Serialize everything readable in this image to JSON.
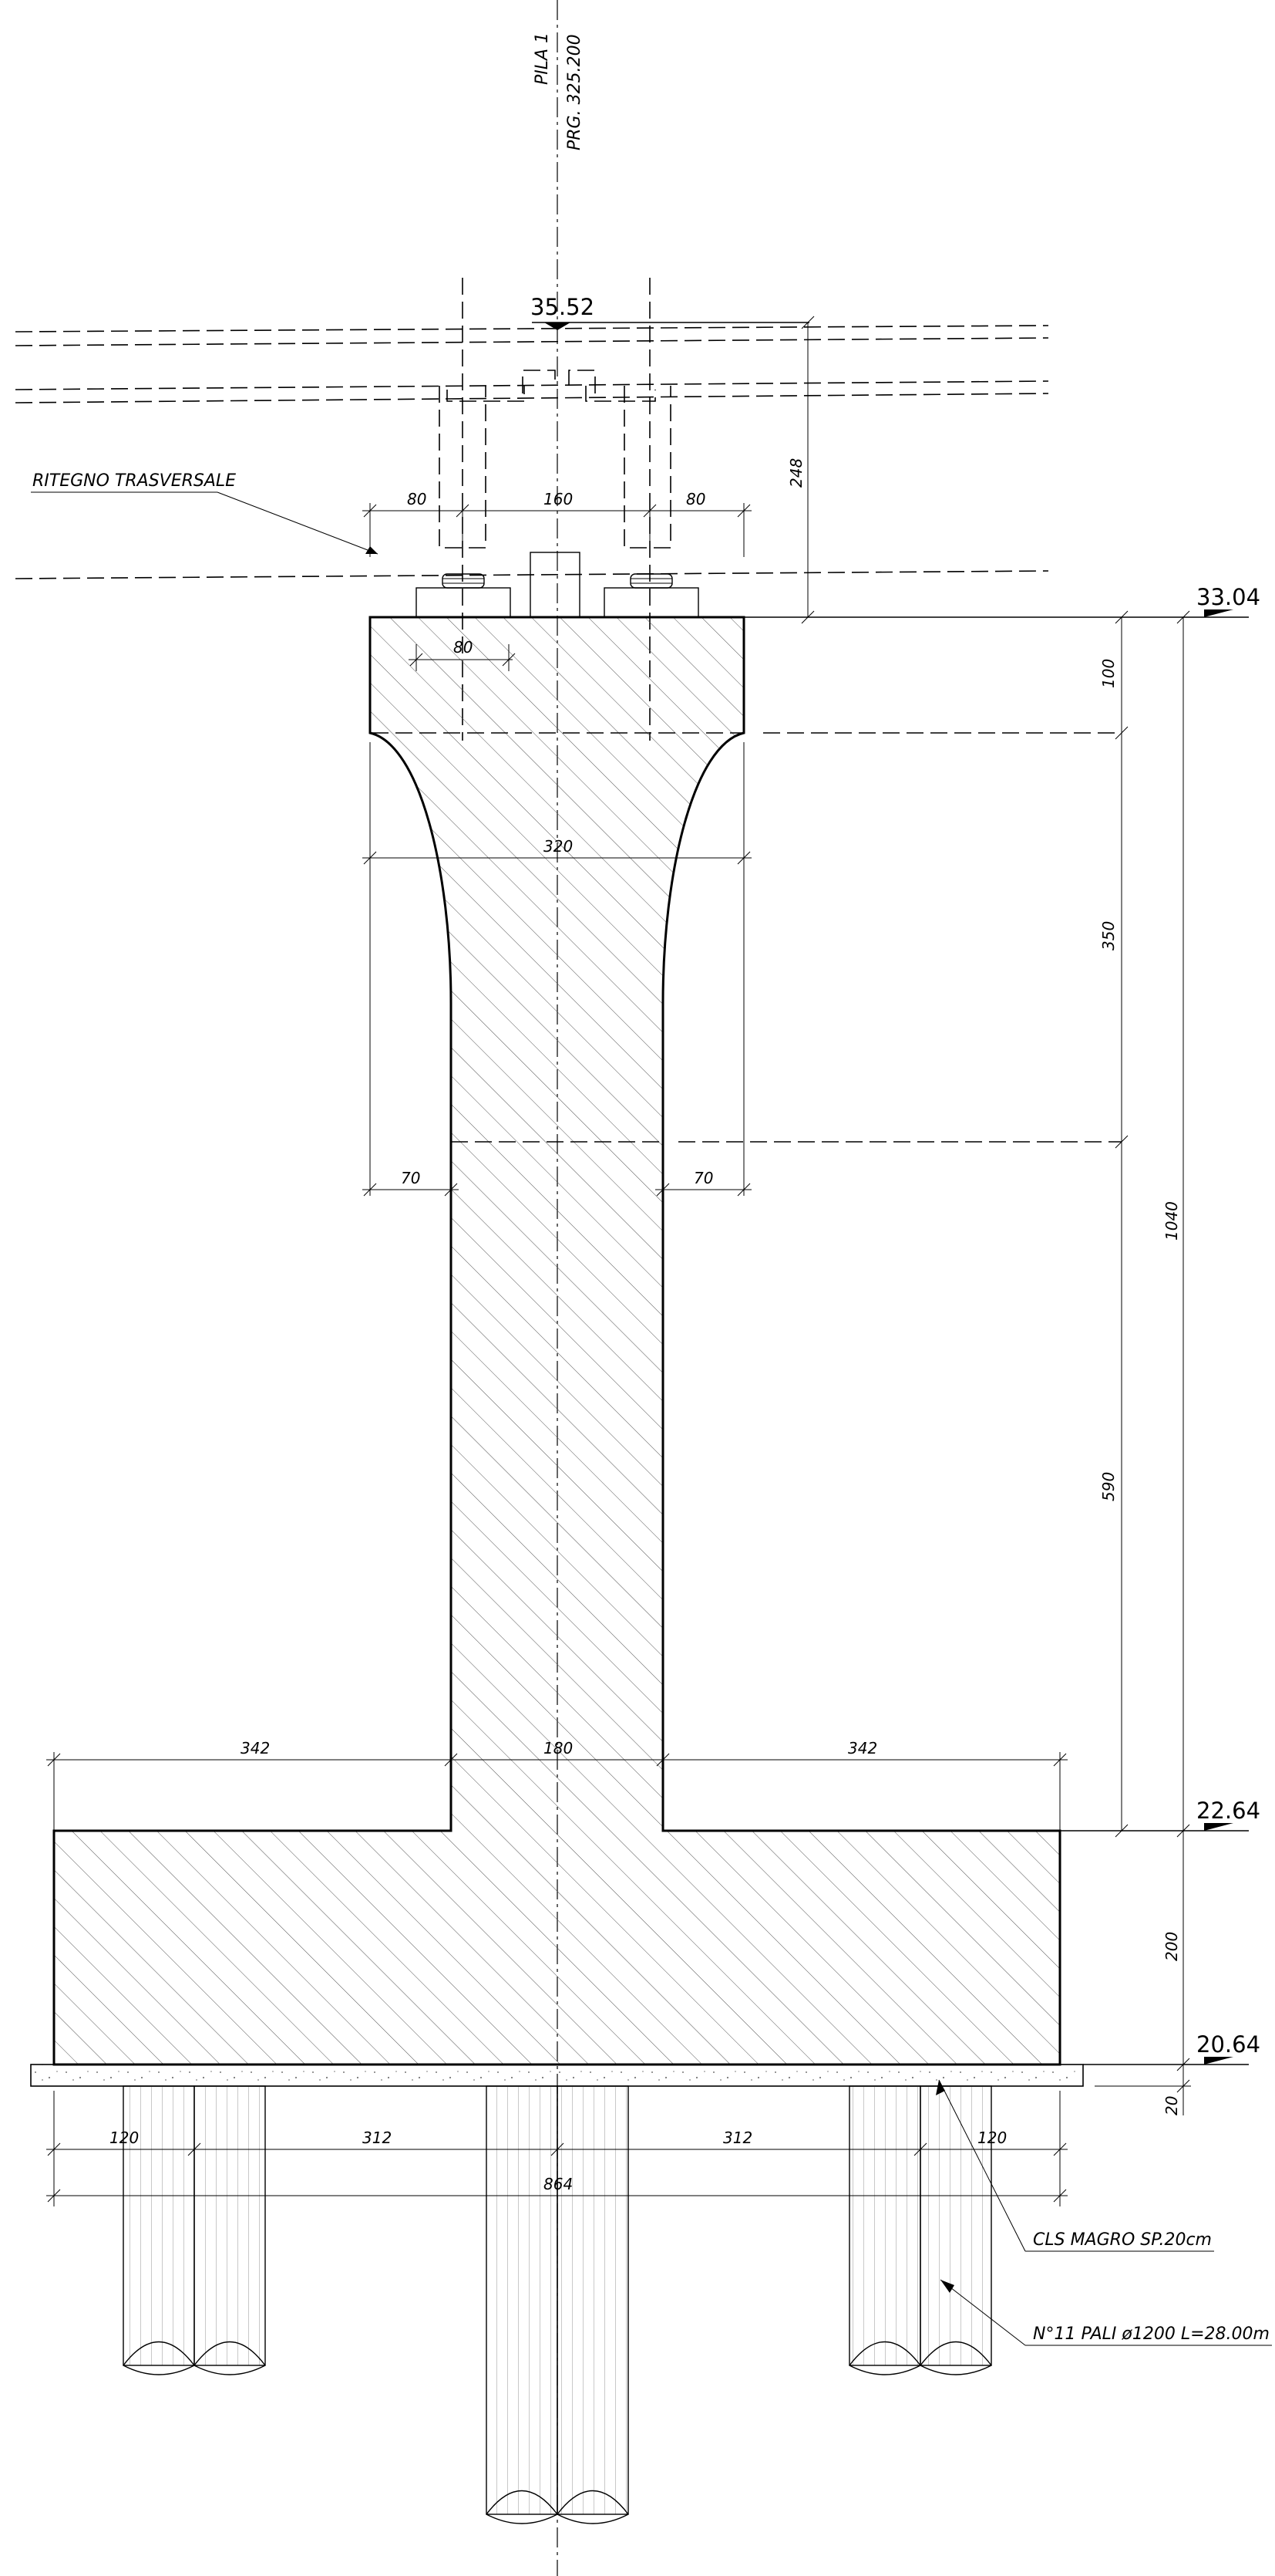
{
  "title": {
    "pier_name": "PILA 1",
    "progressive": "PRG. 325.200"
  },
  "elevations": {
    "deck_top": "35.52",
    "pier_cap_top": "33.04",
    "footing_top": "22.64",
    "footing_bottom": "20.64"
  },
  "labels": {
    "transverse_restraint": "RITEGNO TRASVERSALE",
    "lean_concrete": "CLS MAGRO SP.20cm",
    "piles": "N°11 PALI ø1200 L=28.00m"
  },
  "dimensions": {
    "bearing_left": "80",
    "bearing_gap": "160",
    "bearing_right": "80",
    "deck_height": "248",
    "bearing_plate": "80",
    "cap_height": "100",
    "flare_height": "350",
    "total_height": "1040",
    "shaft_height": "590",
    "top_width": "320",
    "flare_left": "70",
    "flare_right": "70",
    "footing_left": "342",
    "shaft_width": "180",
    "footing_right": "342",
    "footing_height": "200",
    "lean_concrete_thickness": "20",
    "pile_edge_left": "120",
    "pile_spacing_left": "312",
    "pile_spacing_right": "312",
    "pile_edge_right": "120",
    "footing_width": "864"
  }
}
